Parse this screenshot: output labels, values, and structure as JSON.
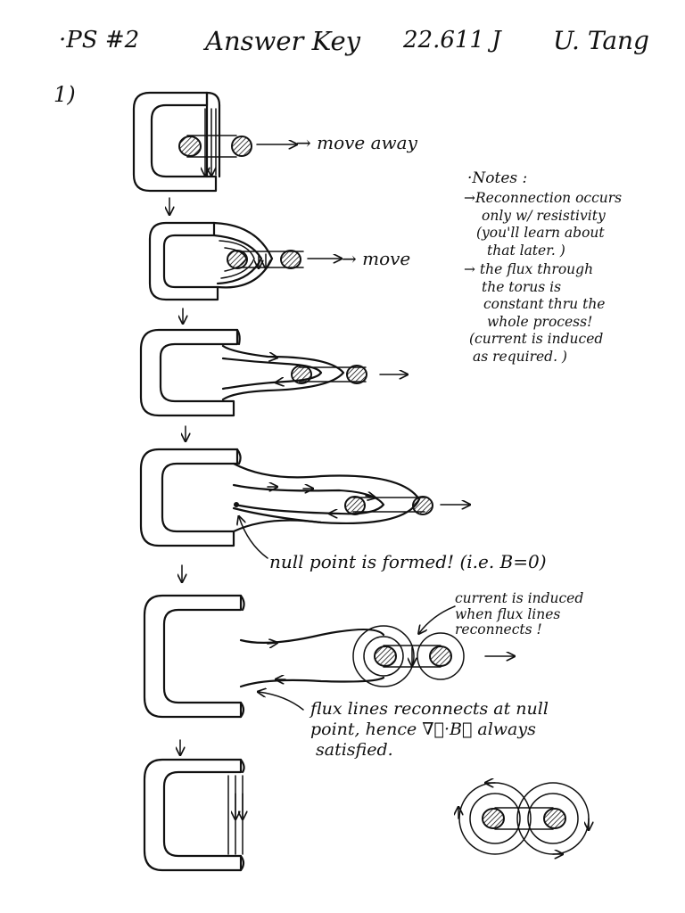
{
  "header": {
    "problem_set": "·PS #2",
    "title": "Answer Key",
    "course": "22.611 J",
    "author": "U. Tang"
  },
  "problem_number": "1)",
  "stage_labels": {
    "move_away": "→ move   away",
    "move": "→ move"
  },
  "notes": {
    "heading": "·Notes :",
    "lines": [
      "→Reconnection occurs",
      "only w/ resistivity",
      "(you'll learn about",
      "that later. )",
      "→ the flux through",
      "the torus is",
      "constant thru the",
      "whole process!",
      "(current is induced",
      "as required.  )"
    ]
  },
  "null_point_label": "null point is formed!  (i.e. B=0)",
  "current_label": [
    "current is induced",
    "when flux lines",
    "reconnects !"
  ],
  "reconnect_label": [
    "flux lines reconnects  at null",
    "point,  hence  ∇⃗·B⃗ always",
    "satisfied."
  ]
}
